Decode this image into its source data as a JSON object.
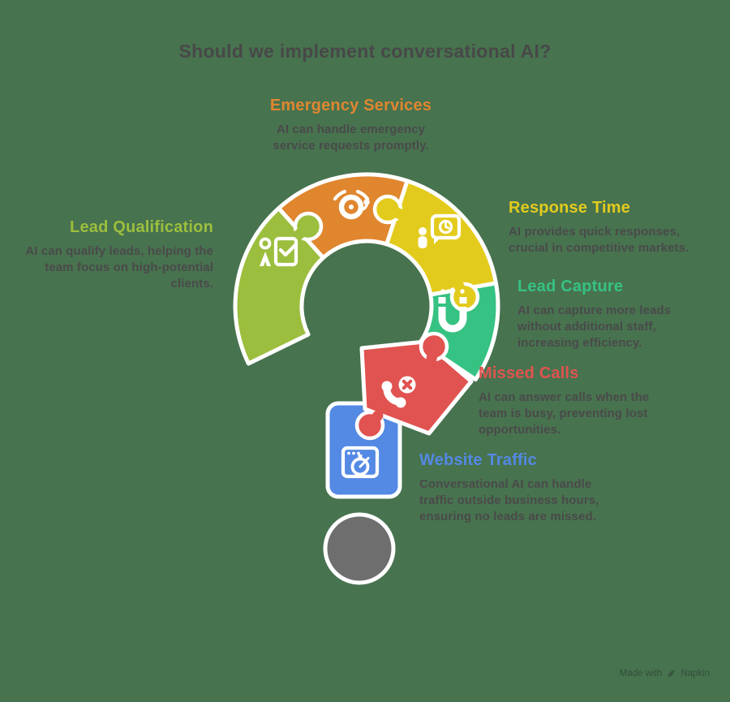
{
  "title": "Should we implement conversational AI?",
  "background_color": "#47734F",
  "title_color": "#484848",
  "description_color": "#4A4A4A",
  "question_mark": {
    "dot_color": "#6E6E6E",
    "piece_border_color": "#FFFFFF"
  },
  "sections": {
    "emergency": {
      "label": "Emergency Services",
      "description": "AI can handle emergency\nservice requests promptly.",
      "color": "#E0862F",
      "icon": "alarm-bell-icon"
    },
    "lead_qualification": {
      "label": "Lead Qualification",
      "description": "AI can qualify leads, helping the\nteam focus on high-potential\nclients.",
      "color": "#9CBE3E",
      "icon": "person-checklist-icon"
    },
    "response_time": {
      "label": "Response Time",
      "description": "AI provides quick responses,\ncrucial in competitive markets.",
      "color": "#E3CB1D",
      "icon": "person-chat-clock-icon"
    },
    "lead_capture": {
      "label": "Lead Capture",
      "description": "AI can capture more leads\nwithout additional staff,\nincreasing efficiency.",
      "color": "#36C283",
      "icon": "magnet-icon"
    },
    "missed_calls": {
      "label": "Missed Calls",
      "description": "AI can answer calls when the\nteam is busy, preventing lost\nopportunities.",
      "color": "#E15350",
      "icon": "missed-call-icon"
    },
    "website_traffic": {
      "label": "Website Traffic",
      "description": "Conversational AI can handle\ntraffic outside business hours,\nensuring no leads are missed.",
      "color": "#5489E4",
      "icon": "browser-timer-icon"
    }
  },
  "watermark": {
    "made_with": "Made with",
    "brand": "Napkin"
  }
}
